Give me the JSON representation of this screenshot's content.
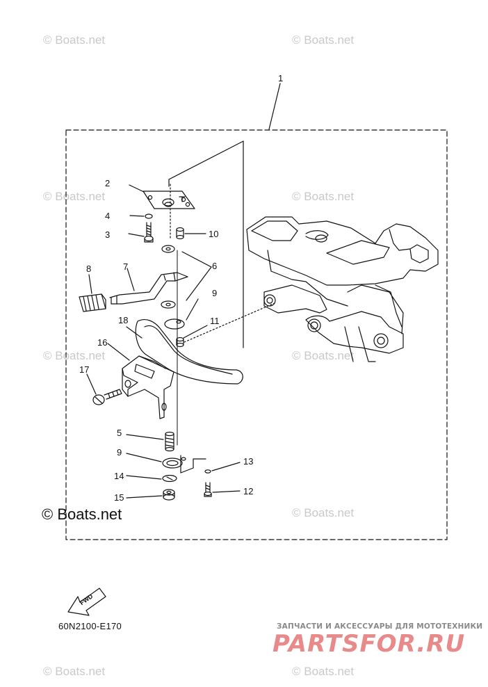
{
  "watermark": {
    "text": "© Boats.net"
  },
  "copyright": "© Boats.net",
  "part_code": "60N2100-E170",
  "fwd_label": "FWD",
  "promo": {
    "tagline": "ЗАПЧАСТИ И АКСЕССУАРЫ ДЛЯ МОТОТЕХНИКИ",
    "logo": "PARTSFOR.RU"
  },
  "callouts": [
    "1",
    "2",
    "3",
    "4",
    "5",
    "6",
    "7",
    "8",
    "9",
    "9",
    "10",
    "11",
    "12",
    "13",
    "14",
    "15",
    "16",
    "17",
    "18"
  ]
}
